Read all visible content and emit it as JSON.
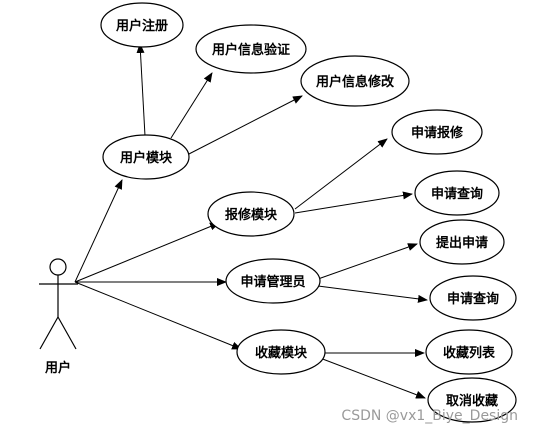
{
  "actor": {
    "label": "用户"
  },
  "use_cases": {
    "user_register": "用户注册",
    "user_info_verify": "用户信息验证",
    "user_info_modify": "用户信息修改",
    "user_module": "用户模块",
    "apply_repair": "申请报修",
    "repair_module": "报修模块",
    "apply_query_1": "申请查询",
    "submit_apply": "提出申请",
    "apply_admin": "申请管理员",
    "apply_query_2": "申请查询",
    "favorites_module": "收藏模块",
    "favorites_list": "收藏列表",
    "cancel_favorite": "取消收藏"
  },
  "watermark": "CSDN @vx1_Biye_Design"
}
